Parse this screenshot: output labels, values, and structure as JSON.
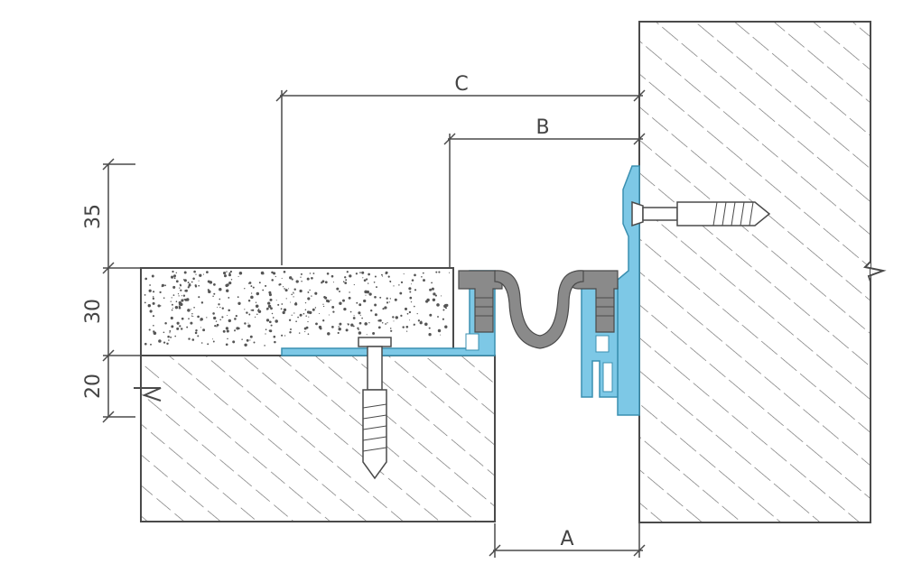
{
  "dimensions": {
    "vertical": [
      {
        "label": "35"
      },
      {
        "label": "30"
      },
      {
        "label": "20"
      }
    ],
    "horizontal": [
      {
        "label": "C"
      },
      {
        "label": "B"
      },
      {
        "label": "A"
      }
    ]
  },
  "colors": {
    "profile": "#7dc8e6",
    "profile_stroke": "#3a8fb0",
    "insert": "#8a8a8a",
    "line": "#4a4a4a",
    "hatch": "#6a6a6a",
    "screed_dots": "#555555"
  }
}
